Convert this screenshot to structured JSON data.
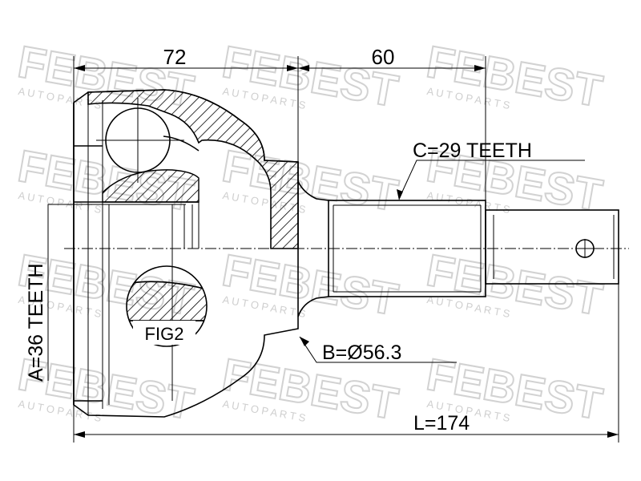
{
  "dimensions": {
    "top_left": "72",
    "top_right": "60",
    "overall_length": "L=174"
  },
  "callouts": {
    "spline_c": "C=29 TEETH",
    "diameter_b": "B=Ø56.3",
    "spline_a": "A=36 TEETH",
    "detail": "FIG2"
  },
  "watermark": {
    "brand": "FEBEST",
    "tagline": "A U T O   P A R T S"
  },
  "colors": {
    "line": "#000000",
    "watermark": "#d2d2d2",
    "background": "#ffffff"
  }
}
